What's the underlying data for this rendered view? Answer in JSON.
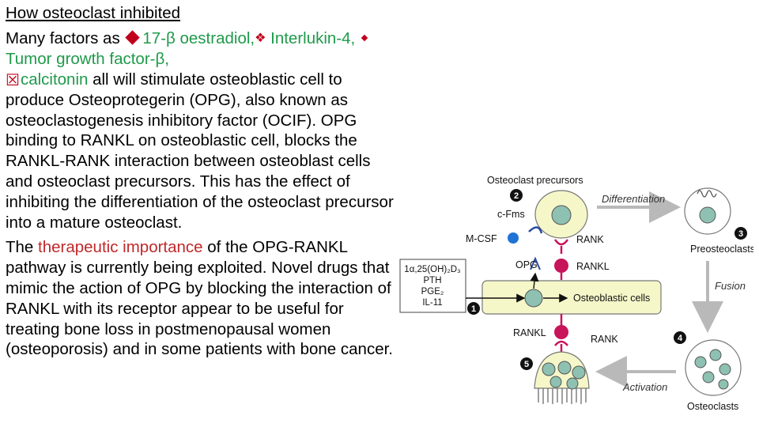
{
  "title": "How osteoclast inhibited",
  "paragraph1": {
    "prefix": "Many factors as ",
    "factor1": "17-β oestradiol,",
    "factor2": "Interlukin-4, ",
    "factor3": "Tumor growth factor-β,",
    "factor4": "calcitonin",
    "body": " all will stimulate osteoblastic cell to produce Osteoprotegerin (OPG), also known as osteoclastogenesis inhibitory factor (OCIF). OPG binding to RANKL on osteoblastic cell, blocks the RANKL-RANK interaction between osteoblast cells and osteoclast precursors. This has the effect of inhibiting the differentiation of the osteoclast precursor into a mature osteoclast."
  },
  "paragraph2": {
    "prefix": "The ",
    "highlight": "therapeutic importance",
    "body": " of the OPG-RANKL pathway is currently being exploited. Novel drugs that mimic the action of OPG by blocking the interaction of RANKL with its receptor appear to be useful for treating bone loss in postmenopausal women (osteoporosis) and in some patients with bone cancer."
  },
  "diagram": {
    "labels": {
      "osteoclast_precursors": "Osteoclast precursors",
      "differentiation": "Differentiation",
      "preosteoclasts": "Preosteoclasts",
      "fusion": "Fusion",
      "activation": "Activation",
      "osteoclasts": "Osteoclasts",
      "osteoblastic_cells": "Osteoblastic cells",
      "cfms": "c-Fms",
      "mcsf": "M-CSF",
      "opg": "OPG",
      "rank_top": "RANK",
      "rankl_top": "RANKL",
      "rankl_bottom": "RANKL",
      "rank_bottom": "RANK",
      "factors": [
        "1α,25(OH)₂D₃",
        "PTH",
        "PGE₂",
        "IL-11"
      ]
    },
    "steps": [
      "1",
      "2",
      "3",
      "4",
      "5"
    ],
    "colors": {
      "cell_fill": "#f6f7c9",
      "nucleus": "#8ec1b2",
      "rankl": "#c8145a",
      "mcsf": "#1f73d6",
      "cfms": "#2a4aa0"
    }
  }
}
